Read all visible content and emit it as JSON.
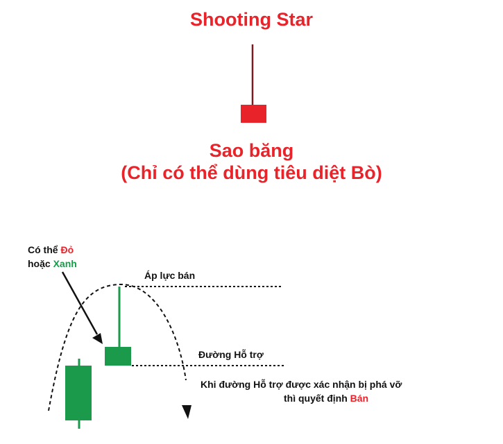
{
  "header": {
    "title": "Shooting Star",
    "subtitle_line1": "Sao băng",
    "subtitle_line2": "(Chỉ có thể dùng tiêu diệt Bò)"
  },
  "labels": {
    "color_prefix": "Có thể ",
    "color_red": "Đỏ",
    "color_mid": "hoặc ",
    "color_green": "Xanh",
    "selling_pressure": "Áp lực bán",
    "support_line": "Đường Hỗ trợ",
    "confirm_line1": "Khi đường Hỗ trợ được xác nhận bị phá vỡ",
    "confirm_line2_prefix": "thì quyết định ",
    "confirm_sell": "Bán"
  },
  "colors": {
    "title_red": "#e8232a",
    "candle_red": "#e8232a",
    "wick_dark_red": "#7a1a22",
    "candle_green": "#1a9a4a",
    "text_dark": "#111111"
  },
  "icons": {
    "pointer_arrow": "arrow-icon",
    "curve_arrowhead": "arrowhead-icon"
  }
}
